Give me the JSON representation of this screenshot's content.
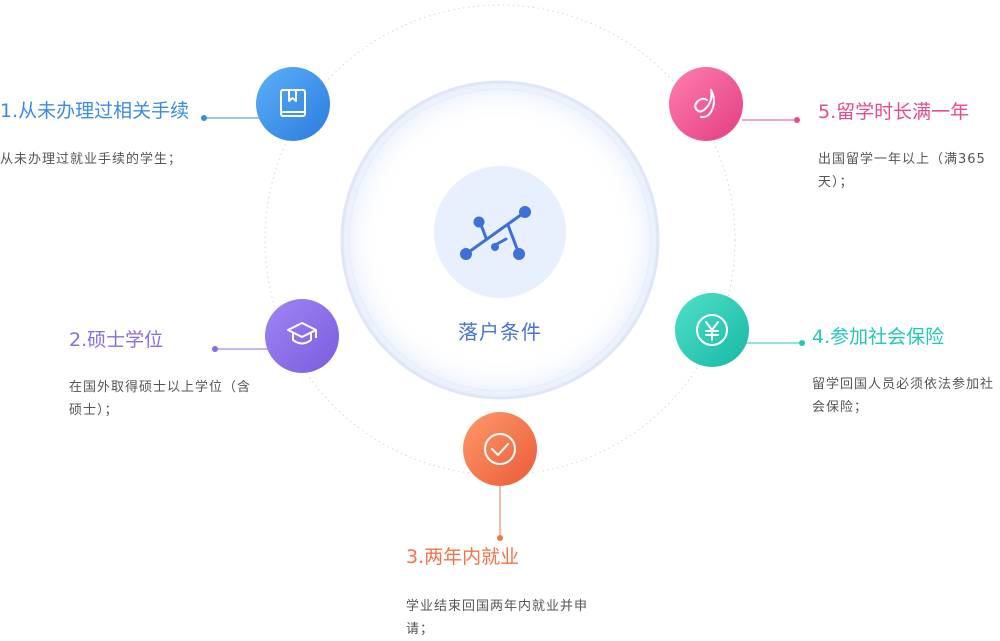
{
  "center": {
    "label": "落户条件"
  },
  "items": [
    {
      "title": "1.从未办理过相关手续",
      "desc": "从未办理过就业手续的学生；",
      "color": "#3a8be4",
      "icon": "book-icon"
    },
    {
      "title": "2.硕士学位",
      "desc": "在国外取得硕士以上学位（含硕士）；",
      "color": "#8a6de6",
      "icon": "graduation-cap-icon"
    },
    {
      "title": "3.两年内就业",
      "desc": "学业结束回国两年内就业并申请；",
      "color": "#f0744a",
      "icon": "check-circle-icon"
    },
    {
      "title": "4.参加社会保险",
      "desc": "留学回国人员必须依法参加社会保险；",
      "color": "#22c8b4",
      "icon": "yen-coin-icon"
    },
    {
      "title": "5.留学时长满一年",
      "desc": "出国留学一年以上（满365天）；",
      "color": "#e84a8e",
      "icon": "leaf-icon"
    }
  ]
}
